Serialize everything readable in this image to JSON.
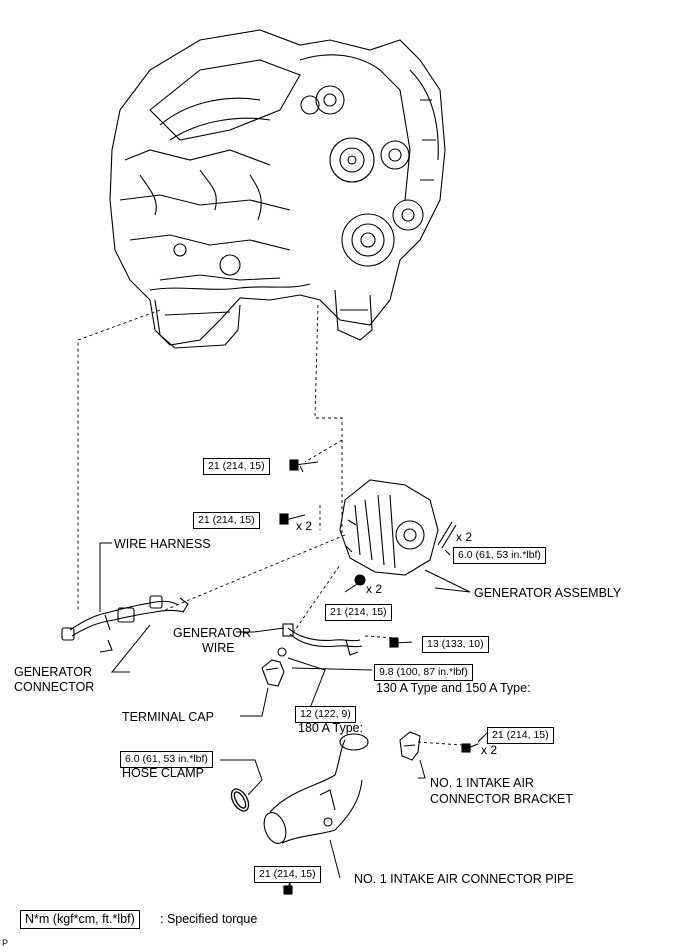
{
  "labels": {
    "wire_harness": "WIRE HARNESS",
    "generator_connector_1": "GENERATOR",
    "generator_connector_2": "CONNECTOR",
    "generator_wire_1": "GENERATOR",
    "generator_wire_2": "WIRE",
    "terminal_cap": "TERMINAL CAP",
    "generator_assembly": "GENERATOR ASSEMBLY",
    "type_130_150": "130 A Type and 150 A Type:",
    "type_180": "180 A Type:",
    "hose_clamp": "HOSE CLAMP",
    "bracket_1": "NO. 1 INTAKE AIR",
    "bracket_2": "CONNECTOR BRACKET",
    "intake_pipe": "NO. 1 INTAKE AIR CONNECTOR PIPE"
  },
  "torques": {
    "t_top_bolt": "21 (214, 15)",
    "t_mid_bolt": "21 (214, 15)",
    "t_stud": "6.0 (61, 53 in.*lbf)",
    "t_nut": "21 (214, 15)",
    "t_wire_bolt": "13 (133, 10)",
    "t_130": "9.8 (100, 87 in.*lbf)",
    "t_180": "12 (122, 9)",
    "t_bracket": "21 (214, 15)",
    "t_hose_clamp": "6.0 (61, 53 in.*lbf)",
    "t_pipe_bolt": "21 (214, 15)"
  },
  "multipliers": {
    "m_mid_bolt": "x 2",
    "m_stud": "x 2",
    "m_nut": "x 2",
    "m_bracket": "x 2"
  },
  "legend": {
    "box": "N*m (kgf*cm, ft.*lbf)",
    "text": ": Specified torque"
  },
  "corner_mark": "P"
}
